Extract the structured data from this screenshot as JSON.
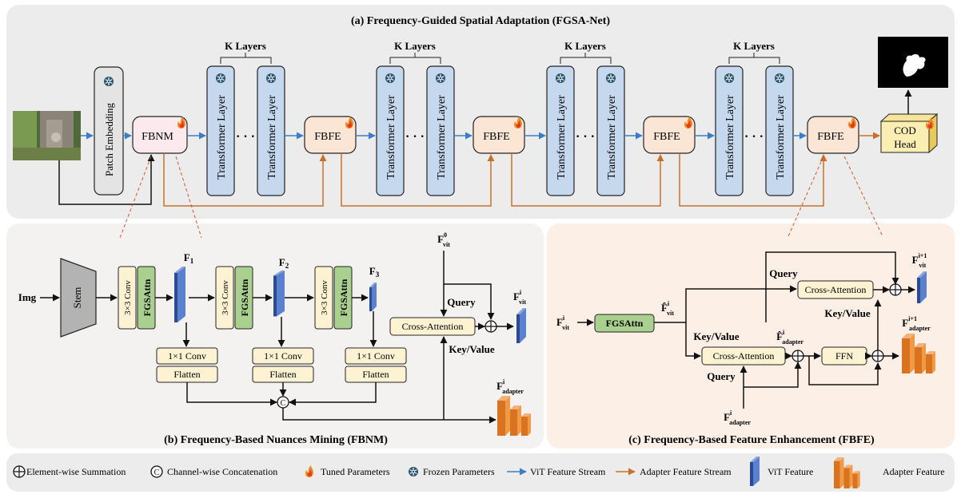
{
  "panel_a": {
    "title": "(a) Frequency-Guided Spatial Adaptation (FGSA-Net)",
    "patch_embedding": "Patch Embedding",
    "fbnm": "FBNM",
    "fbfe": "FBFE",
    "transformer_layer": "Transformer Layer",
    "k_layers": "K Layers",
    "ellipsis": "· · ·",
    "cod_head_line1": "COD",
    "cod_head_line2": "Head"
  },
  "panel_b": {
    "title": "(b) Frequency-Based Nuances Mining (FBNM)",
    "img": "Img",
    "stem": "Stem",
    "conv3": "3×3 Conv",
    "fgsattn": "FGSAttn",
    "conv1": "1×1 Conv",
    "flatten": "Flatten",
    "f1": "F",
    "f1_sub": "1",
    "f2": "F",
    "f2_sub": "2",
    "f3": "F",
    "f3_sub": "3",
    "concat": "C",
    "cross_attention": "Cross-Attention",
    "query": "Query",
    "key_value": "Key/Value",
    "fvit0": "F",
    "fvit0_sup": "0",
    "fvit0_sub": "vit",
    "fviti": "F",
    "fviti_sup": "i",
    "fviti_sub": "vit",
    "fadapter": "F",
    "fadapter_sup": "i",
    "fadapter_sub": "adapter"
  },
  "panel_c": {
    "title": "(c) Frequency-Based Feature Enhancement (FBFE)",
    "fgsattn": "FGSAttn",
    "cross_attention": "Cross-Attention",
    "ffn": "FFN",
    "query": "Query",
    "key_value": "Key/Value",
    "fviti": "F",
    "fviti_sup": "i",
    "fviti_sub": "vit",
    "fvithat": "F̂",
    "fvithat_sup": "i",
    "fvithat_sub": "vit",
    "fadapterhat": "F̂",
    "fadapterhat_sup": "i",
    "fadapterhat_sub": "adapter",
    "fadapter_in": "F",
    "fadapter_in_sup": "i",
    "fadapter_in_sub": "adapter",
    "fvit_out": "F",
    "fvit_out_sup": "i+1",
    "fvit_out_sub": "vit",
    "fadapter_out": "F",
    "fadapter_out_sup": "i+1",
    "fadapter_out_sub": "adapter"
  },
  "legend": {
    "sum": "Element-wise Summation",
    "concat": "Channel-wise Concatenation",
    "tuned": "Tuned Parameters",
    "frozen": "Frozen Parameters",
    "vit_stream": "ViT Feature Stream",
    "adapter_stream": "Adapter Feature Stream",
    "vit_feature": "ViT Feature",
    "adapter_feature": "Adapter Feature"
  },
  "colors": {
    "vit_stream": "#3a7dc9",
    "adapter_stream": "#c8702a",
    "transformer_fill": "#c5d8ee",
    "fgsattn_fill": "#a9d08e",
    "conv_fill": "#fdf3d3",
    "fbfe_fill": "#fbe6d6",
    "panel_a_bg": "#ececec",
    "panel_b_bg": "#f4f1f1",
    "panel_c_bg": "#fbefe6"
  }
}
